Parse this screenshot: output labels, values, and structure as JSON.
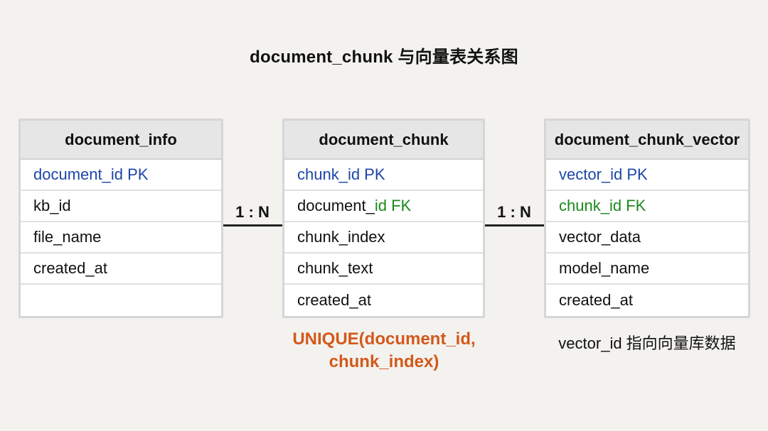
{
  "title": "document_chunk 与向量表关系图",
  "tables": [
    {
      "name": "document_info",
      "columns": [
        {
          "text": "document_id PK"
        },
        {
          "text": "kb_id"
        },
        {
          "text": "file_name"
        },
        {
          "text": "created_at"
        },
        {
          "text": ""
        }
      ]
    },
    {
      "name": "document_chunk",
      "columns": [
        {
          "text": "chunk_id PK"
        },
        {
          "text_prefix": "document_",
          "text_suffix": "id FK"
        },
        {
          "text": "chunk_index"
        },
        {
          "text": "chunk_text"
        },
        {
          "text": "created_at"
        }
      ]
    },
    {
      "name": "document_chunk_vector",
      "columns": [
        {
          "text": "vector_id PK"
        },
        {
          "text": "chunk_id FK"
        },
        {
          "text": "vector_data"
        },
        {
          "text": "model_name"
        },
        {
          "text": "created_at"
        }
      ]
    }
  ],
  "relationships": [
    {
      "label": "1 : N"
    },
    {
      "label": "1 : N"
    }
  ],
  "notes": {
    "unique_line1": "UNIQUE(document_id,",
    "unique_line2": "chunk_index)",
    "vector": "vector_id 指向向量库数据"
  },
  "colors": {
    "pk": "#1d45a8",
    "fk": "#1a8a1a",
    "unique_note": "#d4581a",
    "header_bg": "#e6e6e6",
    "border": "#d6d6d6"
  }
}
